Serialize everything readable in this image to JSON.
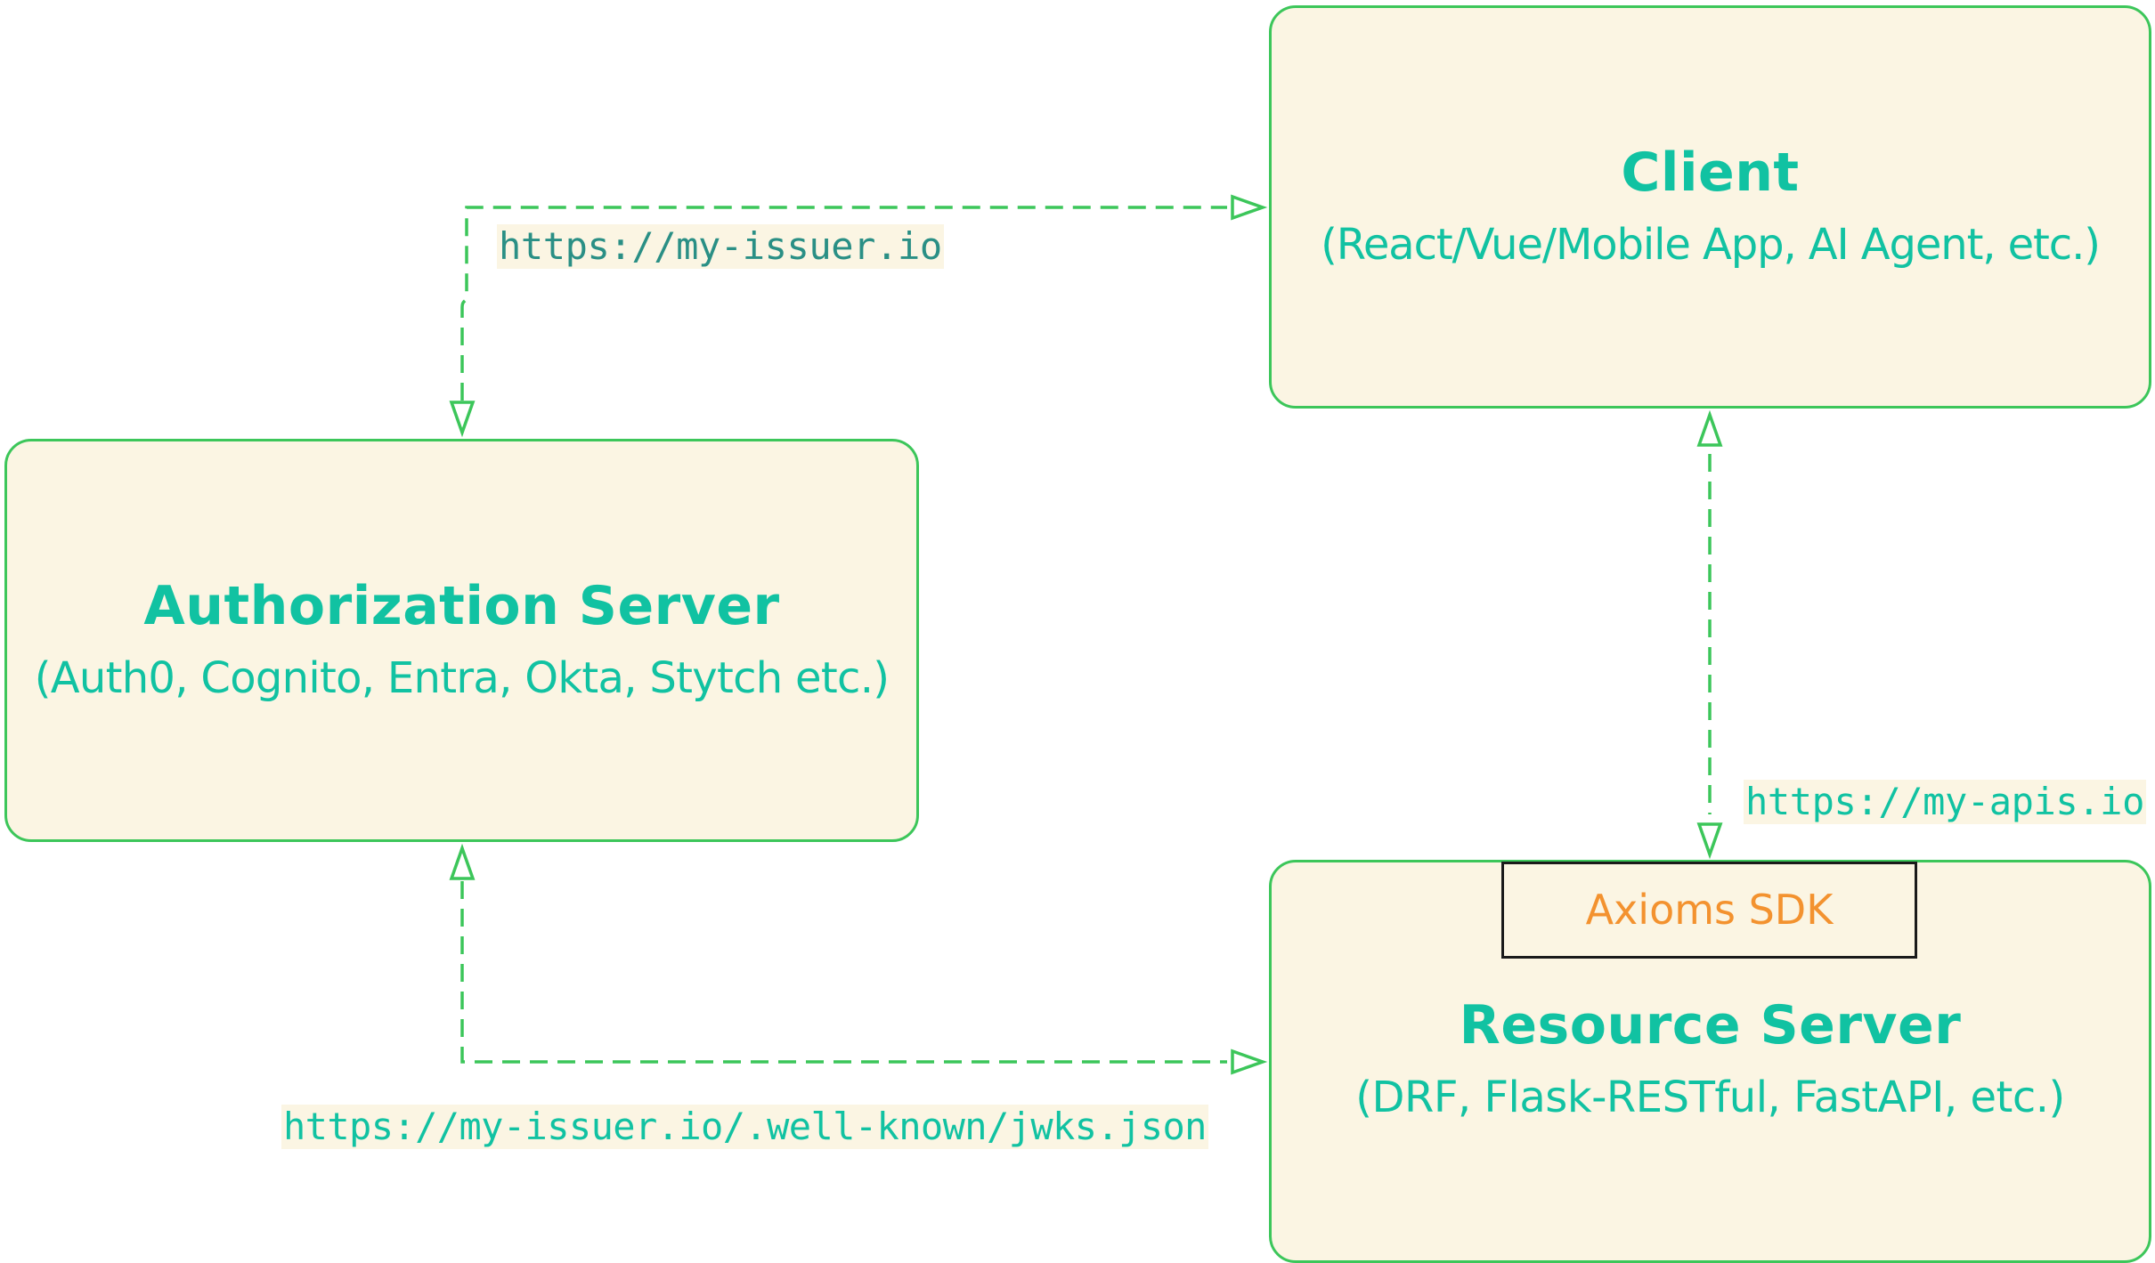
{
  "nodes": {
    "authorization_server": {
      "title": "Authorization Server",
      "subtitle": "(Auth0, Cognito, Entra, Okta, Stytch etc.)"
    },
    "client": {
      "title": "Client",
      "subtitle": "(React/Vue/Mobile App, AI Agent, etc.)"
    },
    "resource_server": {
      "title": "Resource Server",
      "subtitle": "(DRF, Flask-RESTful, FastAPI, etc.)",
      "sdk_label": "Axioms SDK"
    }
  },
  "edges": {
    "issuer_to_client": {
      "label": "https://my-issuer.io"
    },
    "client_to_resource": {
      "label": "https://my-apis.io"
    },
    "jwks": {
      "label": "https://my-issuer.io/.well-known/jwks.json"
    }
  },
  "colors": {
    "node_fill": "#fbf5e3",
    "node_border": "#3cc65a",
    "text_accent": "#11c2a2",
    "sdk_text": "#f3922f",
    "connector": "#3cc65a"
  }
}
